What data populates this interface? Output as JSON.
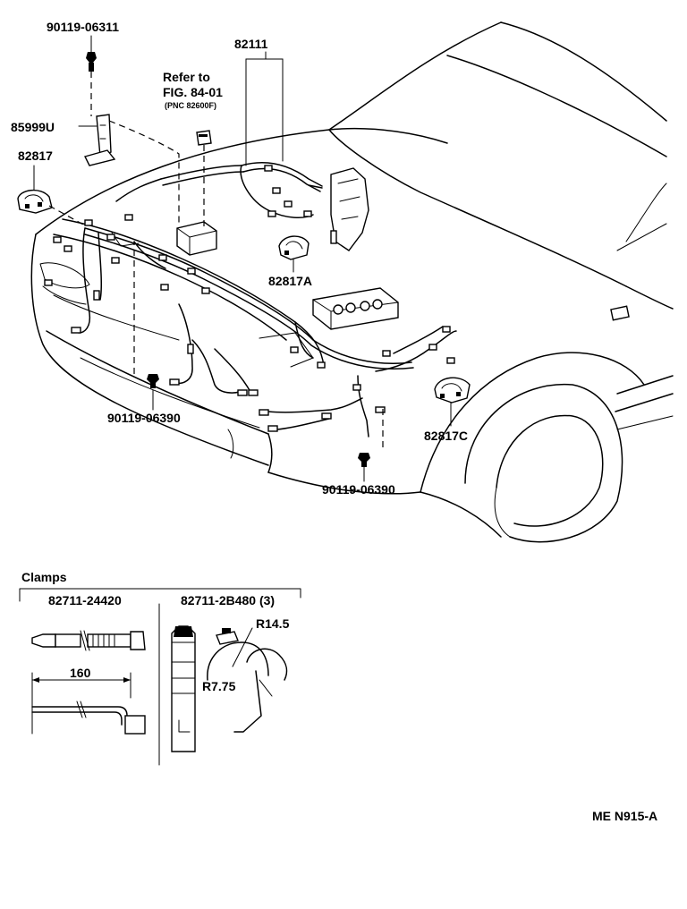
{
  "diagram": {
    "title": "",
    "parts": {
      "bolt_top": "90119-06311",
      "harness": "82111",
      "bracket": "85999U",
      "clamp_left": "82817",
      "clamp_mid": "82817A",
      "clamp_right": "82817C",
      "bolt_lower_left": "90119-06390",
      "bolt_lower_right": "90119-06390"
    },
    "reference": {
      "line1": "Refer to",
      "line2": "FIG. 84-01",
      "line3": "(PNC 82600F)"
    },
    "clamps": {
      "heading": "Clamps",
      "part_a": "82711-24420",
      "part_b": "82711-2B480 (3)",
      "dim_length": "160",
      "dim_r_large": "R14.5",
      "dim_r_small": "R7.75"
    },
    "figure_code": "ME N915-A"
  }
}
